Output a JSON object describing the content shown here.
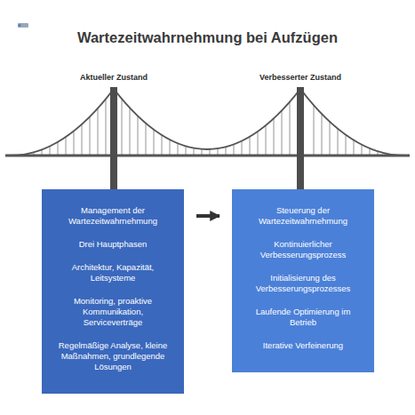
{
  "diagram": {
    "title": "Wartezeitwahrnehmung bei Aufzügen",
    "nodes": [
      {
        "text": [
          "Management der Wartezeitwahrnehmung",
          "Drei Hauptphasen",
          "Architektur, Kapazität, Leitsysteme",
          "Monitoring, proaktive Kommunikation, Serviceverträge",
          "Regelmäßige Analyse, kleine Maßnahmen, grundlegende Lösungen"
        ]
      },
      {
        "text": [
          "Steuerung der Wartezeitwahrnehmung",
          "Kontinuierlicher Verbesserungsprozess",
          "Initialisierung des Verbesserungsprozesses",
          "Laufende Optimierung im Betrieb",
          "Iterative Verfeinerung"
        ]
      }
    ],
    "edges": [
      {
        "from": 0,
        "to": 1,
        "arrow": "to"
      }
    ],
    "labels": [
      "Aktueller Zustand",
      "Verbesserter Zustand"
    ]
  }
}
